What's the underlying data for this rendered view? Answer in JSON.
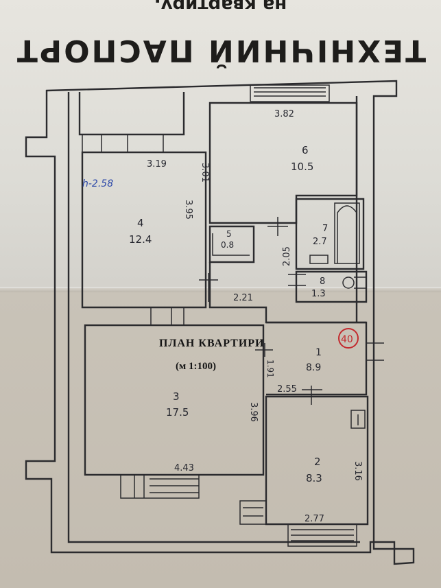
{
  "header": {
    "title": "ТЕХНІЧНИЙ ПАСПОРТ",
    "subtitle": "на квартиру."
  },
  "plan": {
    "caption": "ПЛАН КВАРТИРИ",
    "scale": "(м 1:100)",
    "ceiling_height": "h-2.58",
    "apartment_number": "40"
  },
  "rooms": [
    {
      "id": "1",
      "area": "8.9"
    },
    {
      "id": "2",
      "area": "8.3"
    },
    {
      "id": "3",
      "area": "17.5"
    },
    {
      "id": "4",
      "area": "12.4"
    },
    {
      "id": "5",
      "area": "0.8"
    },
    {
      "id": "6",
      "area": "10.5"
    },
    {
      "id": "7",
      "area": "2.7"
    },
    {
      "id": "8",
      "area": "1.3"
    }
  ],
  "dimensions": {
    "d1": "3.82",
    "d2": "3.01",
    "d3": "3.19",
    "d4": "3.95",
    "d5": "2.05",
    "d6": "2.21",
    "d7": "1.91",
    "d8": "2.55",
    "d9": "3.96",
    "d10": "4.43",
    "d11": "3.16",
    "d12": "2.77"
  },
  "colors": {
    "wall": "#2b2b2e",
    "handwriting": "#26272f",
    "ceiling_ink": "#2a47a8",
    "stamp": "#c32a2e"
  }
}
